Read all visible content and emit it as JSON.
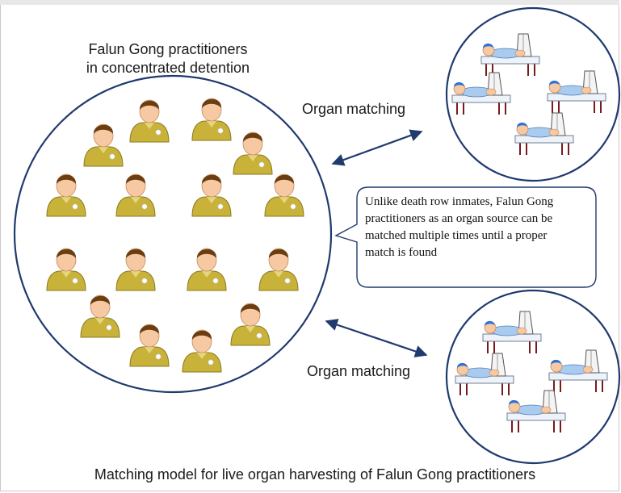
{
  "group_title": {
    "line1": "Falun Gong practitioners",
    "line2": "in concentrated detention"
  },
  "matching_labels": {
    "top": "Organ matching",
    "bottom": "Organ matching"
  },
  "callout": {
    "text": "Unlike death row inmates, Falun Gong practitioners as an organ source can be matched multiple times until a proper match is found"
  },
  "caption": "Matching model for live organ harvesting of Falun Gong practitioners",
  "colors": {
    "circle_stroke": "#1f3a6e",
    "arrow": "#1f3a6e",
    "person_shirt": "#c9b23a",
    "person_skin": "#f6c9a2",
    "person_hair": "#6b3e12",
    "bed": "#dde9f6",
    "bed_legs": "#7a1a1a",
    "recipient_hair": "#2f6fd6"
  }
}
